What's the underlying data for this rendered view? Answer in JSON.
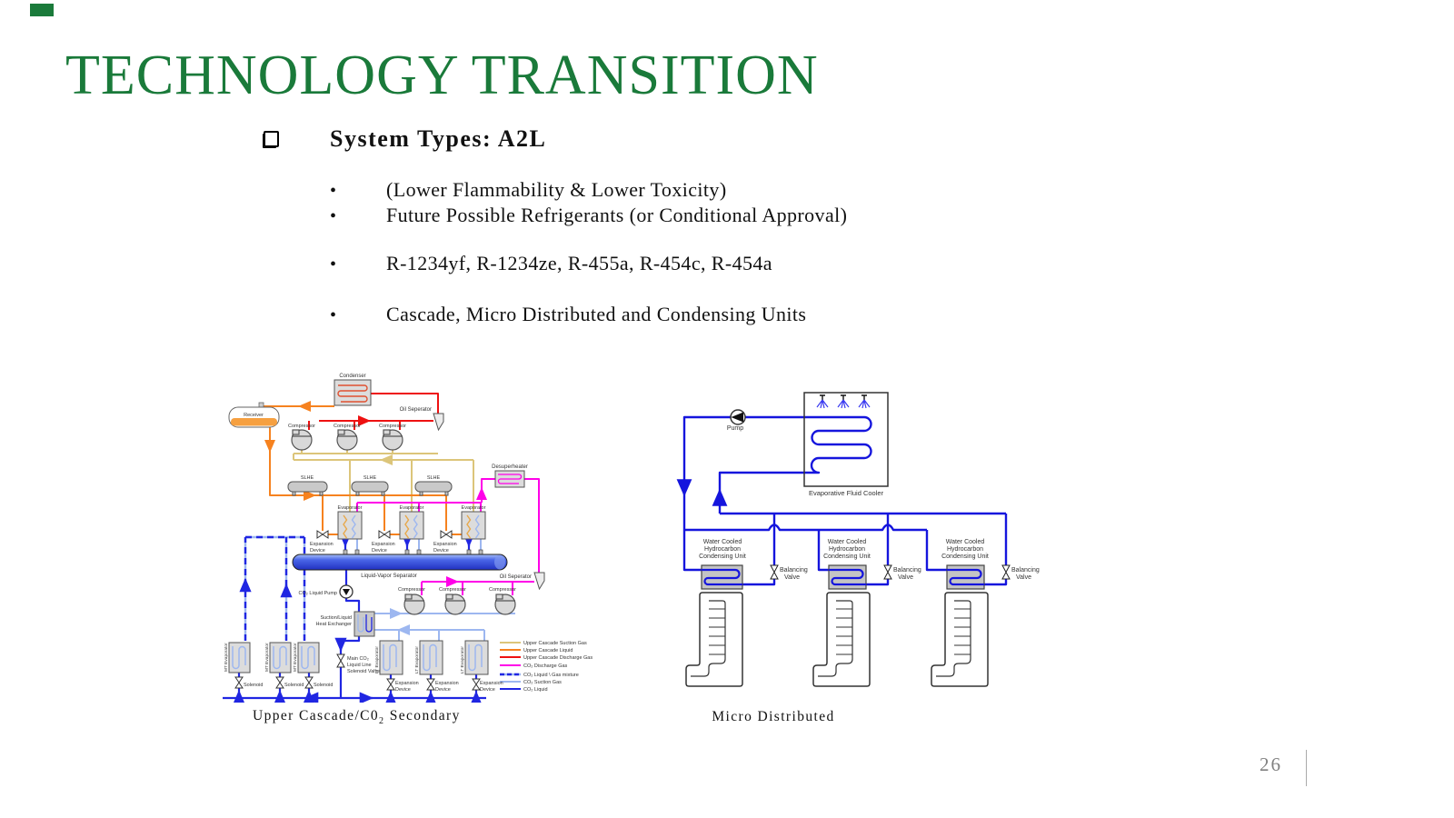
{
  "slide": {
    "title": "TECHNOLOGY TRANSITION",
    "accent_color": "#1A7A3A",
    "page_number": "26",
    "bullet_glyph": "•"
  },
  "bullets": {
    "heading": "System Types: A2L",
    "items": [
      "(Lower Flammability & Lower Toxicity)",
      "Future Possible Refrigerants (or Conditional Approval)",
      "R-1234yf, R-1234ze, R-455a, R-454c, R-454a",
      "Cascade, Micro Distributed and Condensing Units"
    ]
  },
  "cascade": {
    "condenser": "Condenser",
    "oil_separator": "Oil Seperator",
    "receiver": "Receiver",
    "compressor": "Compressor",
    "slhe": "SLHE",
    "desuperheater": "Desuperheater",
    "evaporator": "Evaporator",
    "expansion1": "Expansion",
    "expansion2": "Device",
    "separator": "Liquid-Vapor Separator",
    "pump": "CO₂ Liquid Pump",
    "shx1": "Suction/Liquid",
    "shx2": "Heat Exchanger",
    "mt": "MT Evaporator",
    "lt": "LT Evaporator",
    "solenoid": "Solenoid",
    "main1": "Main CO₂",
    "main2": "Liquid Line",
    "main3": "Solenoid Valve",
    "legend": [
      "Upper Cascade Suction Gas",
      "Upper Cascade Liquid",
      "Upper Cascade Discharge Gas",
      "CO₂ Discharge Gas",
      "CO₂ Liquid \\ Gas mixture",
      "CO₂ Suction Gas",
      "CO₂ Liquid"
    ],
    "caption1": "Upper Cascade/C0",
    "caption_sub": "2",
    "caption2": " Secondary",
    "colors": {
      "suction_gas": "#DCC57A",
      "liquid": "#F6821F",
      "discharge_gas": "#EE1111",
      "co2_discharge": "#FF00E8",
      "co2_suction": "#9DB7F0",
      "co2_liquid": "#2026E2"
    }
  },
  "micro": {
    "pump": "Pump",
    "cooler": "Evaporative Fluid Cooler",
    "unit1": "Water Cooled",
    "unit2": "Hydrocarbon",
    "unit3": "Condensing Unit",
    "bal1": "Balancing",
    "bal2": "Valve",
    "caption": "Micro Distributed",
    "line_color": "#1515DD"
  }
}
